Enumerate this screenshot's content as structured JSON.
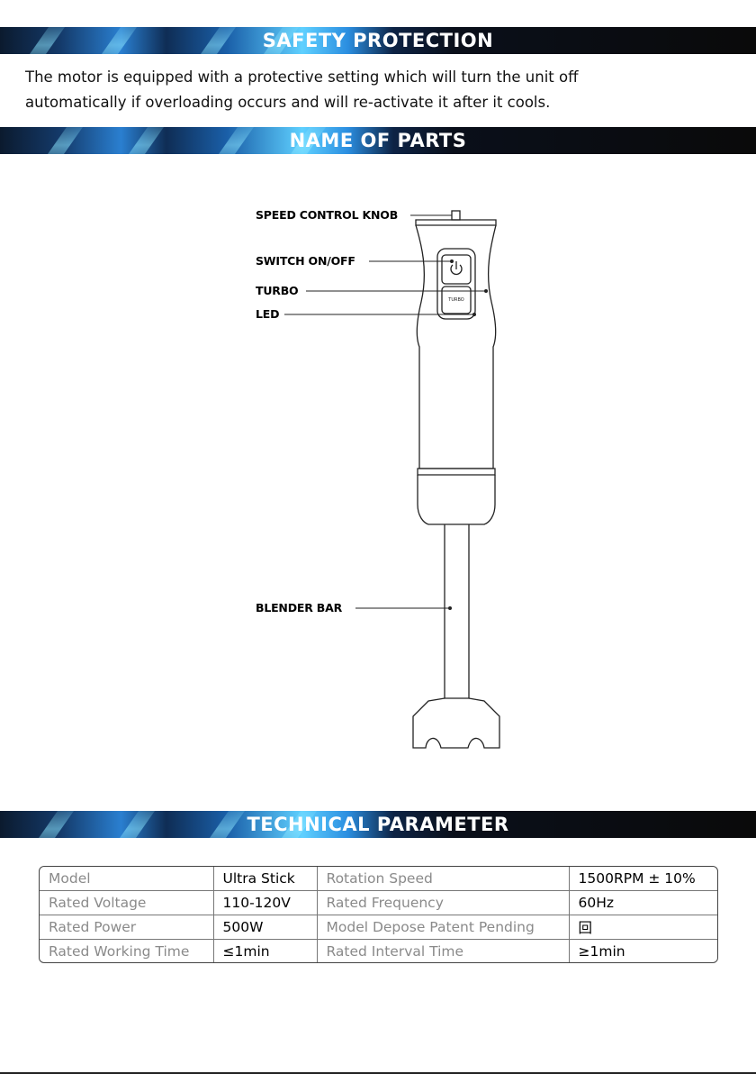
{
  "sections": {
    "safety_title": "SAFETY PROTECTION",
    "parts_title": "NAME OF PARTS",
    "tech_title": "TECHNICAL PARAMETER"
  },
  "safety": {
    "line1": "The motor is equipped with a protective setting which will turn the unit off",
    "line2": "automatically if overloading occurs and will re-activate it after it cools."
  },
  "parts": {
    "speed_knob": "SPEED CONTROL KNOB",
    "switch": "SWITCH ON/OFF",
    "turbo": "TURBO",
    "led": "LED",
    "blender_bar": "BLENDER BAR",
    "turbo_button_text": "TURBO"
  },
  "specs": {
    "rows": [
      [
        "Model",
        "Ultra Stick",
        "Rotation Speed",
        "1500RPM ± 10%"
      ],
      [
        "Rated Voltage",
        "110-120V",
        "Rated Frequency",
        "60Hz"
      ],
      [
        "Rated Power",
        "500W",
        "Model Depose Patent Pending",
        "回"
      ],
      [
        "Rated Working Time",
        "≤1min",
        "Rated Interval Time",
        "≥1min"
      ]
    ]
  }
}
